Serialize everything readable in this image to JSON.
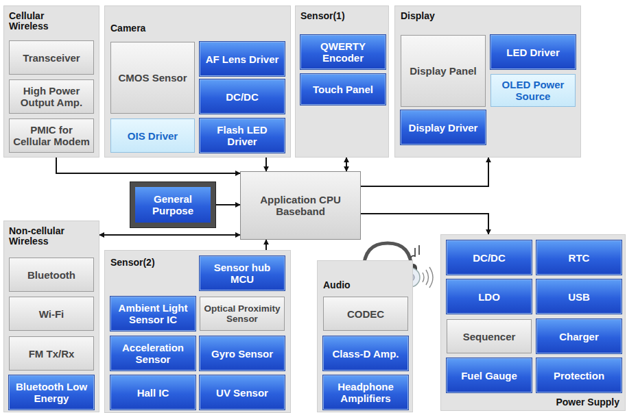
{
  "diagram": {
    "nodes": [
      {
        "text": [
          "Cellular Wireless"
        ]
      },
      {
        "text": [
          "Transceiver"
        ],
        "in": 0
      },
      {
        "text": [
          "High Power Output Amp."
        ],
        "in": 0
      },
      {
        "text": [
          "PMIC for Cellular Modem"
        ],
        "in": 0
      },
      {
        "text": [
          "Camera"
        ]
      },
      {
        "text": [
          "CMOS Sensor"
        ],
        "in": 4
      },
      {
        "text": [
          "AF Lens Driver"
        ],
        "in": 4
      },
      {
        "text": [
          "DC/DC"
        ],
        "in": 4
      },
      {
        "text": [
          "OIS Driver"
        ],
        "in": 4
      },
      {
        "text": [
          "Flash LED Driver"
        ],
        "in": 4
      },
      {
        "text": [
          "Sensor(1)"
        ]
      },
      {
        "text": [
          "QWERTY Encoder"
        ],
        "in": 10
      },
      {
        "text": [
          "Touch Panel"
        ],
        "in": 10
      },
      {
        "text": [
          "Display"
        ]
      },
      {
        "text": [
          "Display Panel"
        ],
        "in": 13
      },
      {
        "text": [
          "LED Driver"
        ],
        "in": 13
      },
      {
        "text": [
          "OLED Power Source"
        ],
        "in": 13
      },
      {
        "text": [
          "Display Driver"
        ],
        "in": 13
      },
      {
        "text": [
          "General Purpose"
        ]
      },
      {
        "text": [
          "Application CPU Baseband"
        ]
      },
      {
        "text": [
          "Non-cellular Wireless"
        ]
      },
      {
        "text": [
          "Bluetooth"
        ],
        "in": 20
      },
      {
        "text": [
          "Wi-Fi"
        ],
        "in": 20
      },
      {
        "text": [
          "FM Tx/Rx"
        ],
        "in": 20
      },
      {
        "text": [
          "Bluetooth Low Energy"
        ],
        "in": 20
      },
      {
        "text": [
          "Sensor(2)"
        ]
      },
      {
        "text": [
          "Sensor hub MCU"
        ],
        "in": 25
      },
      {
        "text": [
          "Ambient Light Sensor IC"
        ],
        "in": 25
      },
      {
        "text": [
          "Optical Proximity Sensor"
        ],
        "in": 25
      },
      {
        "text": [
          "Acceleration Sensor"
        ],
        "in": 25
      },
      {
        "text": [
          "Gyro Sensor"
        ],
        "in": 25
      },
      {
        "text": [
          "Hall IC"
        ],
        "in": 25
      },
      {
        "text": [
          "UV Sensor"
        ],
        "in": 25
      },
      {
        "text": [
          "Audio"
        ]
      },
      {
        "text": [
          "CODEC"
        ],
        "in": 33
      },
      {
        "text": [
          "Class-D Amp."
        ],
        "in": 33
      },
      {
        "text": [
          "Headphone Amplifiers"
        ],
        "in": 33
      },
      {
        "text": [
          "Power Supply"
        ]
      },
      {
        "text": [
          "DC/DC"
        ],
        "in": 37
      },
      {
        "text": [
          "RTC"
        ],
        "in": 37
      },
      {
        "text": [
          "LDO"
        ],
        "in": 37
      },
      {
        "text": [
          "USB"
        ],
        "in": 37
      },
      {
        "text": [
          "Sequencer"
        ],
        "in": 37
      },
      {
        "text": [
          "Charger"
        ],
        "in": 37
      },
      {
        "text": [
          "Fuel Gauge"
        ],
        "in": 37
      },
      {
        "text": [
          "Protection"
        ],
        "in": 37
      }
    ],
    "edges": [
      {
        "from": 0,
        "to": 19,
        "arrow": "to"
      },
      {
        "from": 4,
        "to": 19,
        "arrow": "to"
      },
      {
        "from": 10,
        "to": 19,
        "arrow": "both"
      },
      {
        "from": 19,
        "to": 13,
        "arrow": "to"
      },
      {
        "from": 18,
        "to": 19,
        "arrow": "to"
      },
      {
        "from": 19,
        "to": 20,
        "arrow": "both"
      },
      {
        "from": 25,
        "to": 19,
        "arrow": "to"
      },
      {
        "from": 19,
        "to": 37,
        "arrow": "to"
      }
    ]
  }
}
